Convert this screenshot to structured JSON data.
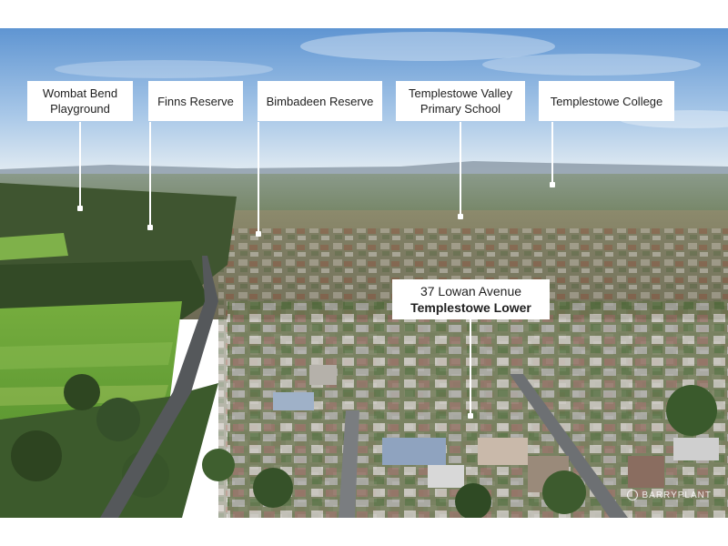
{
  "landmarks": [
    {
      "name": "Wombat Bend Playground"
    },
    {
      "name": "Finns Reserve"
    },
    {
      "name": "Bimbadeen Reserve"
    },
    {
      "name": "Templestowe Valley Primary School"
    },
    {
      "name": "Templestowe College"
    }
  ],
  "property": {
    "address": "37 Lowan Avenue",
    "suburb": "Templestowe Lower"
  },
  "watermark": "BARRYPLANT",
  "colors": {
    "sky_top": "#6d9fd6",
    "sky_bottom": "#dbe8f3",
    "field_green": "#6aa43a",
    "bush_green": "#3d5a2a",
    "label_bg": "#ffffff"
  }
}
